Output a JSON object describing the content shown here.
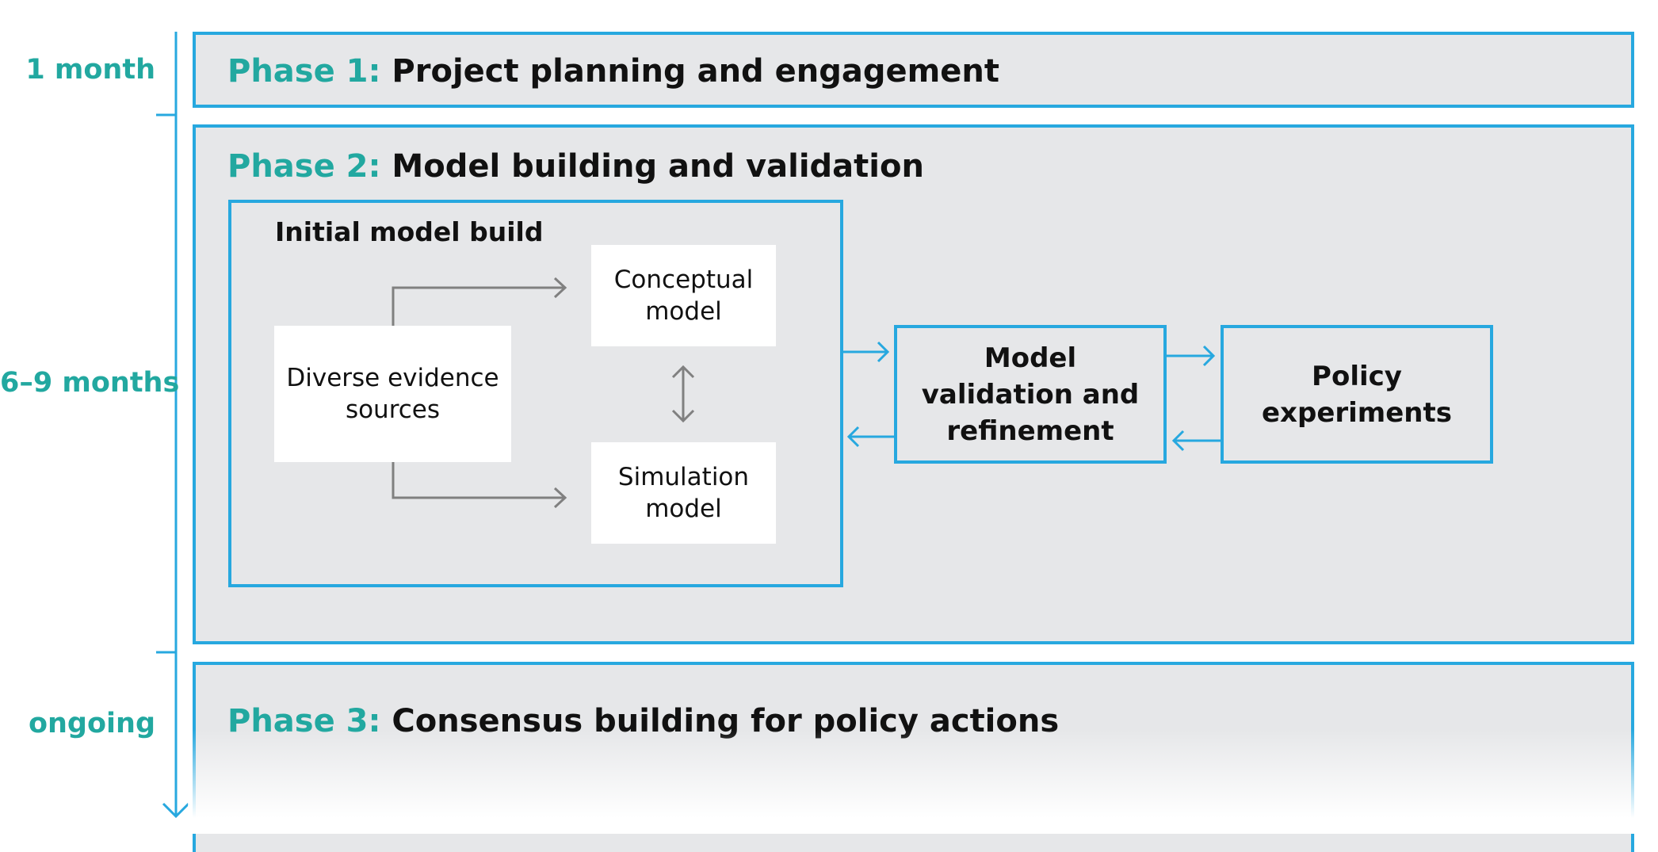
{
  "colors": {
    "accent_teal": "#22a8a0",
    "border_blue": "#27a8df",
    "panel_grey": "#e6e7e9",
    "arrow_grey": "#808080",
    "text": "#111111"
  },
  "timeline": {
    "durations": [
      "1 month",
      "6–9 months",
      "ongoing"
    ],
    "icon": "down-arrow-icon"
  },
  "phases": [
    {
      "number": "Phase 1:",
      "title": "Project planning and engagement"
    },
    {
      "number": "Phase 2:",
      "title": "Model building and validation"
    },
    {
      "number": "Phase 3:",
      "title": "Consensus building for policy actions"
    }
  ],
  "initial_build": {
    "label": "Initial model build",
    "evidence": [
      "Diverse evidence",
      "sources"
    ],
    "conceptual": [
      "Conceptual",
      "model"
    ],
    "simulation": [
      "Simulation",
      "model"
    ]
  },
  "validation": [
    "Model",
    "validation and",
    "refinement"
  ],
  "policy": [
    "Policy",
    "experiments"
  ]
}
